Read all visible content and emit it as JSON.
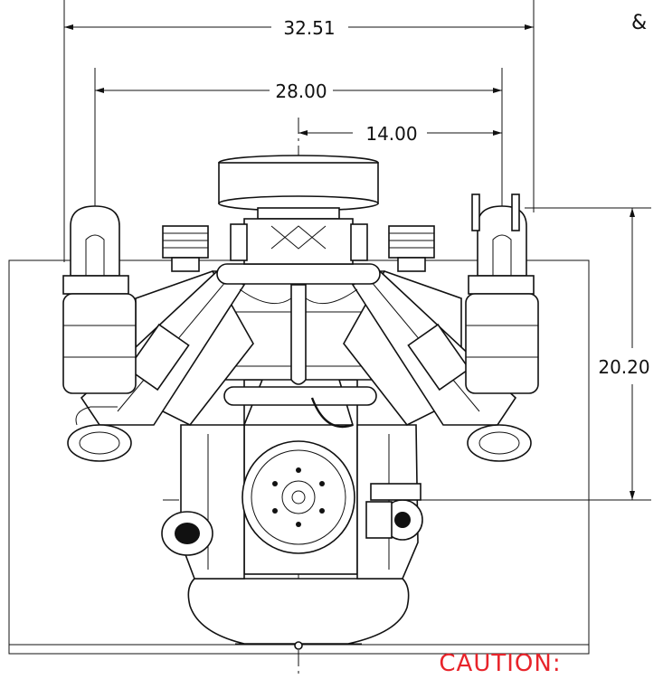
{
  "dimensions": {
    "overall_width": "32.51",
    "header_width": "28.00",
    "half_width": "14.00",
    "height": "20.20"
  },
  "corner_symbol": "&",
  "caution_label": "CAUTION:",
  "colors": {
    "line": "#111111",
    "caution": "#e8242b",
    "background": "#ffffff"
  }
}
